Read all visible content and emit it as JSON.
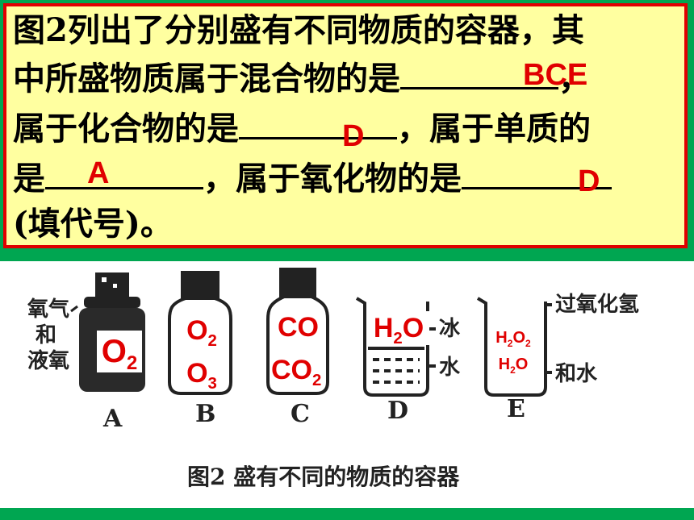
{
  "question": {
    "line1": "图2列出了分别盛有不同物质的容器，其",
    "line2_a": "中所盛物质属于混合物的是",
    "line2_b": "，",
    "line3_a": "属于化合物的是",
    "line3_b": "，属于单质的",
    "line4_a": "是",
    "line4_b": "，属于氧化物的是",
    "line5": "(填代号)。"
  },
  "answers": {
    "mixture": "BCE",
    "compound": "D",
    "element": "A",
    "oxide": "D"
  },
  "figure": {
    "caption": "图2   盛有不同的物质的容器",
    "containers": [
      {
        "letter": "A",
        "label_left": [
          "氧气",
          "和",
          "液氧"
        ],
        "formula": [
          "O",
          "2"
        ]
      },
      {
        "letter": "B",
        "formula_lines": [
          [
            "O",
            "2"
          ],
          [
            "O",
            "3"
          ]
        ]
      },
      {
        "letter": "C",
        "formula_lines": [
          [
            "CO",
            ""
          ],
          [
            "CO",
            "2"
          ]
        ]
      },
      {
        "letter": "D",
        "label_right": [
          "冰",
          "水"
        ],
        "formula": [
          "H",
          "2",
          "O"
        ]
      },
      {
        "letter": "E",
        "label_right": [
          "过氧化氢",
          "和水"
        ],
        "formula_lines": [
          [
            "H",
            "2",
            "O",
            "2"
          ],
          [
            "H",
            "2",
            "O"
          ]
        ]
      }
    ]
  },
  "colors": {
    "background": "#00a651",
    "panel": "#ffffa0",
    "border": "#e00000",
    "answer": "#e00000"
  }
}
